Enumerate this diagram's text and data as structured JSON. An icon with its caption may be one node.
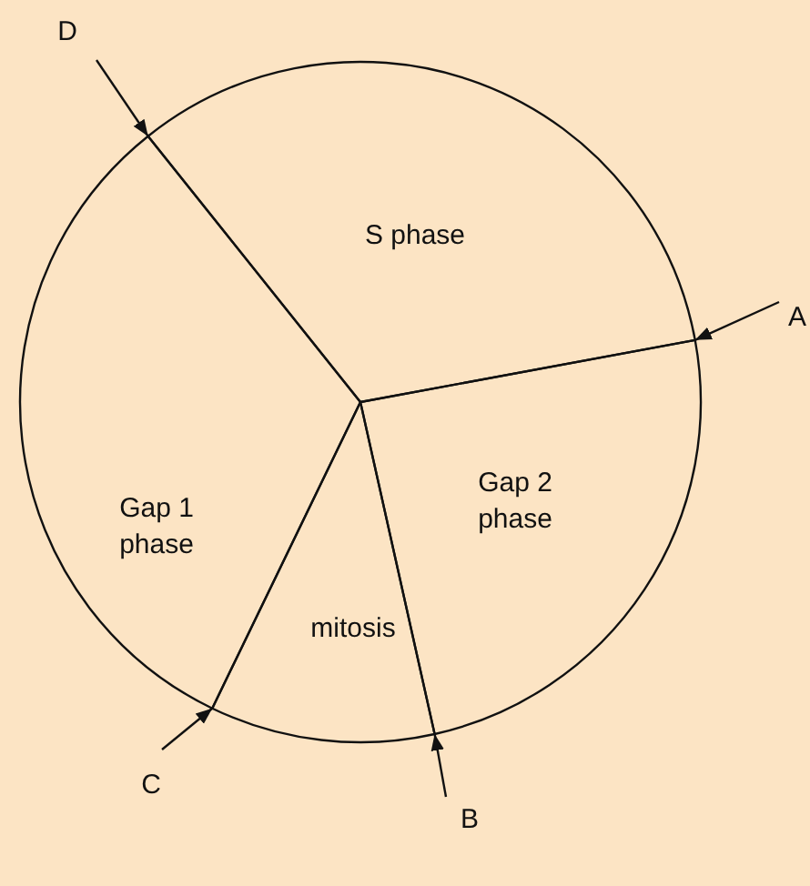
{
  "diagram": {
    "nodes": [
      {
        "text": [
          "D"
        ]
      },
      {
        "text": [
          "S phase"
        ]
      },
      {
        "text": [
          "A"
        ]
      },
      {
        "text": [
          "Gap 1 phase"
        ]
      },
      {
        "text": [
          "Gap 2 phase"
        ]
      },
      {
        "text": [
          "mitosis"
        ]
      },
      {
        "text": [
          "C"
        ]
      },
      {
        "text": [
          "B"
        ]
      }
    ],
    "edges": [
      {
        "from": 0,
        "to": 1,
        "arrow": "to"
      },
      {
        "from": 2,
        "to": 4,
        "arrow": "to"
      },
      {
        "from": 6,
        "to": 5,
        "arrow": "to"
      },
      {
        "from": 7,
        "to": 5,
        "arrow": "to"
      }
    ]
  }
}
